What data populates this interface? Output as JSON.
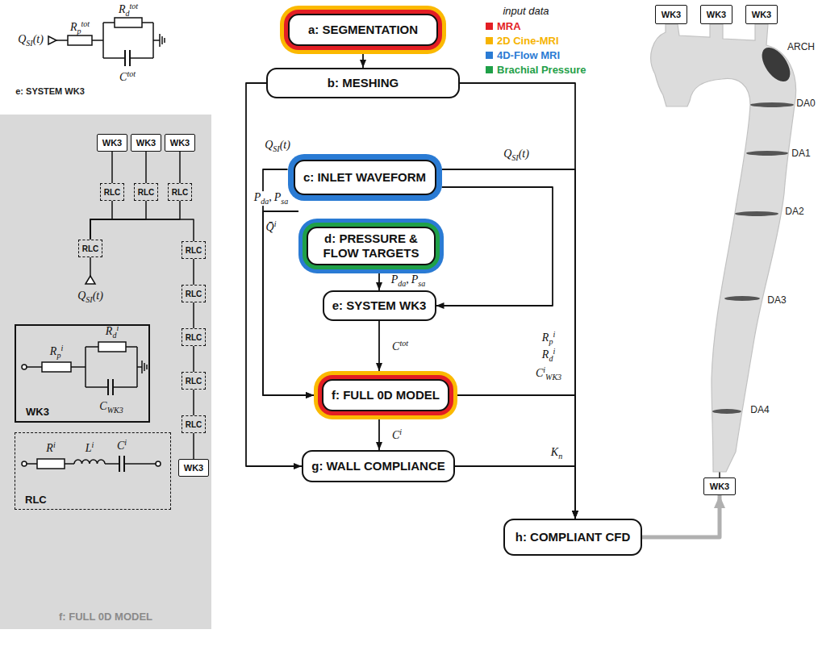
{
  "diagram": {
    "nodes": [
      {
        "text": [
          "a: SEGMENTATION"
        ]
      },
      {
        "text": [
          "b: MESHING"
        ]
      },
      {
        "text": [
          "c: INLET WAVEFORM"
        ]
      },
      {
        "text": [
          "d: PRESSURE & FLOW TARGETS"
        ]
      },
      {
        "text": [
          "e: SYSTEM WK3"
        ]
      },
      {
        "text": [
          "f: FULL 0D MODEL"
        ]
      },
      {
        "text": [
          "g: WALL COMPLIANCE"
        ]
      },
      {
        "text": [
          "h: COMPLIANT CFD"
        ]
      },
      {
        "text": [
          "f: FULL 0D MODEL"
        ]
      },
      {
        "text": [
          "WK3"
        ],
        "in": 8
      },
      {
        "text": [
          "WK3"
        ],
        "in": 8
      },
      {
        "text": [
          "WK3"
        ],
        "in": 8
      },
      {
        "text": [
          "RLC"
        ],
        "in": 8
      },
      {
        "text": [
          "RLC"
        ],
        "in": 8
      },
      {
        "text": [
          "RLC"
        ],
        "in": 8
      },
      {
        "text": [
          "RLC"
        ],
        "in": 8
      },
      {
        "text": [
          "RLC"
        ],
        "in": 8
      },
      {
        "text": [
          "RLC"
        ],
        "in": 8
      },
      {
        "text": [
          "RLC"
        ],
        "in": 8
      },
      {
        "text": [
          "RLC"
        ],
        "in": 8
      },
      {
        "text": [
          "RLC"
        ],
        "in": 8
      },
      {
        "text": [
          "WK3"
        ],
        "in": 8
      },
      {
        "text": [
          "WK3"
        ],
        "in": 8
      },
      {
        "text": [
          "RLC"
        ],
        "in": 8
      },
      {
        "text": [
          "WK3"
        ]
      },
      {
        "text": [
          "WK3"
        ]
      },
      {
        "text": [
          "WK3"
        ]
      },
      {
        "text": [
          "WK3"
        ]
      }
    ],
    "edges": [
      {
        "from": 0,
        "to": 1,
        "arrow": "to"
      },
      {
        "from": 1,
        "to": 7,
        "arrow": "to"
      },
      {
        "from": 2,
        "to": 7,
        "arrow": "to"
      },
      {
        "from": 2,
        "to": 4,
        "arrow": "to"
      },
      {
        "from": 2,
        "to": 5,
        "arrow": "to"
      },
      {
        "from": 3,
        "to": 5,
        "arrow": "to"
      },
      {
        "from": 3,
        "to": 4,
        "arrow": "to"
      },
      {
        "from": 4,
        "to": 5,
        "arrow": "to"
      },
      {
        "from": 5,
        "to": 6,
        "arrow": "to"
      },
      {
        "from": 1,
        "to": 6,
        "arrow": "to"
      },
      {
        "from": 5,
        "to": 7,
        "arrow": "to"
      },
      {
        "from": 6,
        "to": 7,
        "arrow": "to"
      },
      {
        "from": 7,
        "to": 27,
        "arrow": "to"
      },
      {
        "from": 9,
        "to": 12,
        "arrow": "none"
      },
      {
        "from": 10,
        "to": 13,
        "arrow": "none"
      },
      {
        "from": 11,
        "to": 14,
        "arrow": "none"
      },
      {
        "from": 15,
        "to": 12,
        "arrow": "none"
      },
      {
        "from": 15,
        "to": 13,
        "arrow": "none"
      },
      {
        "from": 15,
        "to": 14,
        "arrow": "none"
      },
      {
        "from": 15,
        "to": 16,
        "arrow": "none"
      },
      {
        "from": 16,
        "to": 17,
        "arrow": "none"
      },
      {
        "from": 17,
        "to": 18,
        "arrow": "none"
      },
      {
        "from": 18,
        "to": 19,
        "arrow": "none"
      },
      {
        "from": 19,
        "to": 20,
        "arrow": "none"
      },
      {
        "from": 20,
        "to": 21,
        "arrow": "none"
      }
    ],
    "labels": [
      "input data",
      "Q",
      "SI",
      "(t)",
      "R",
      "p",
      "tot",
      "R",
      "d",
      "tot",
      "C",
      "tot",
      "e: SYSTEM WK3",
      "Q",
      "SI",
      "(t)",
      "R",
      "p",
      "i",
      "R",
      "d",
      "i",
      "C",
      "WK3",
      "R",
      "i",
      "L",
      "i",
      "C",
      "i",
      "Q",
      "SI",
      "(t)",
      "Q",
      "SI",
      "(t)",
      "P",
      "da",
      ",",
      "P",
      "sa",
      "Q̄",
      "i",
      "P",
      "da",
      ",",
      "P",
      "sa",
      "C",
      "tot",
      "C",
      "i",
      "R",
      "p",
      "i",
      "R",
      "d",
      "i",
      "C",
      "i",
      "WK3",
      "K",
      "n",
      "ARCH",
      "DA0",
      "DA1",
      "DA2",
      "DA3",
      "DA4"
    ],
    "legend": [
      {
        "text": "MRA",
        "color": "#e31e24"
      },
      {
        "text": "2D Cine-MRI",
        "color": "#f6b300"
      },
      {
        "text": "4D-Flow MRI",
        "color": "#2a7bd4"
      },
      {
        "text": "Brachial Pressure",
        "color": "#1fa048"
      }
    ]
  }
}
